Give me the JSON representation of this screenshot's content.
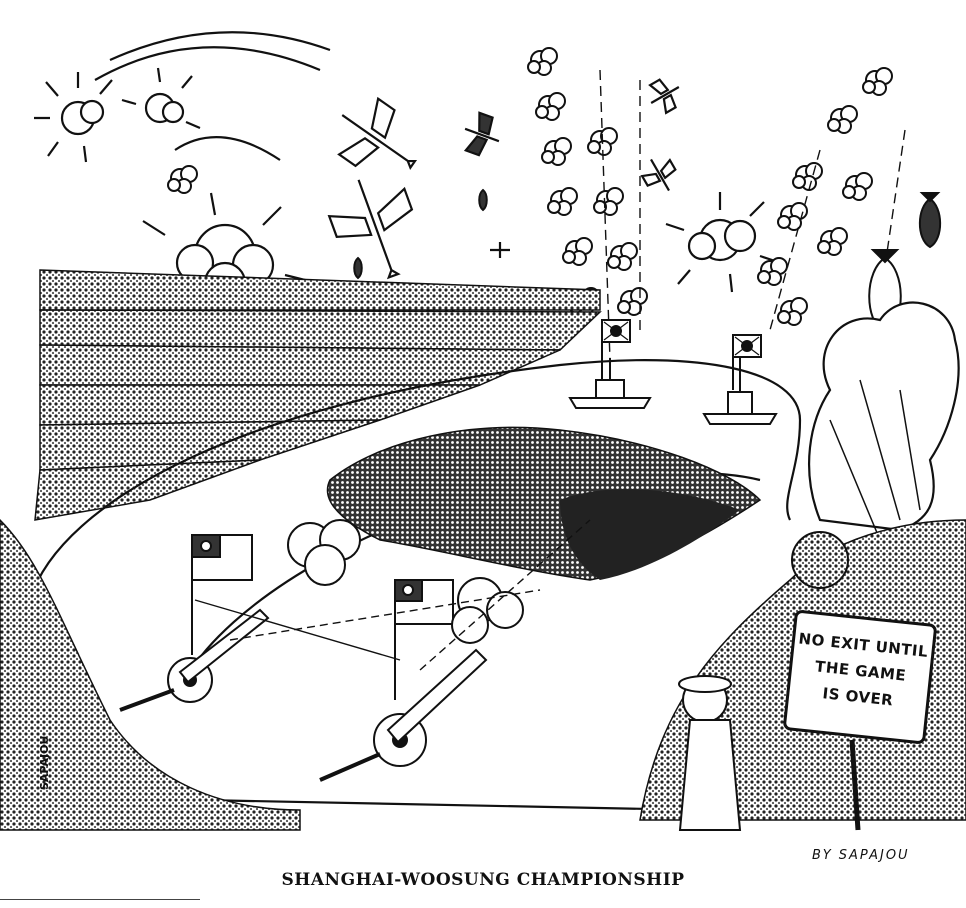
{
  "sign": {
    "line1": "NO EXIT UNTIL",
    "line2": "THE GAME",
    "line3": "IS OVER"
  },
  "signature": "SAPAJOU",
  "byline": "BY SAPAJOU",
  "caption": "SHANGHAI-WOOSUNG CHAMPIONSHIP",
  "colors": {
    "ink": "#111111",
    "paper": "#ffffff",
    "shade": "#555555"
  },
  "icons": {
    "planes": "airplane-icon",
    "bombs": "bomb-icon",
    "flags": "flag-icon",
    "cannons": "cannon-icon",
    "warships": "warship-icon",
    "explosions": "explosion-icon"
  }
}
